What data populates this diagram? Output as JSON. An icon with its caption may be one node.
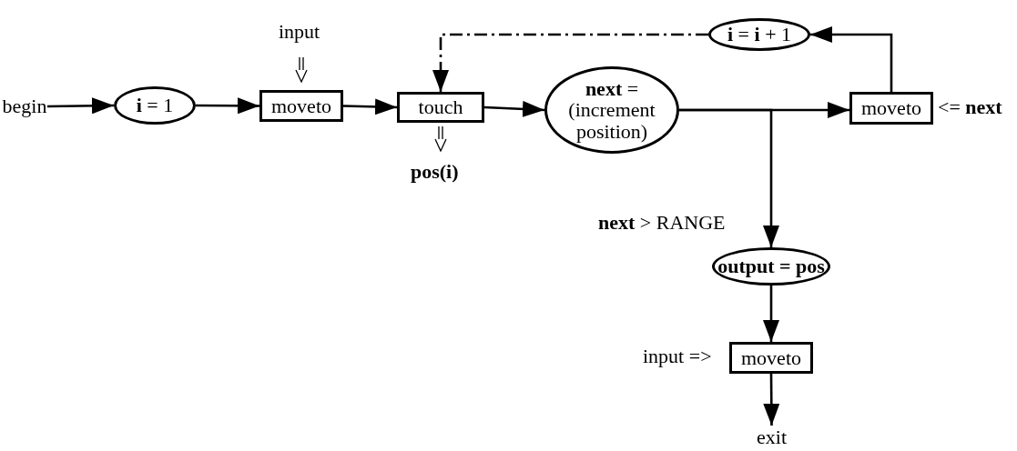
{
  "diagram": {
    "nodes": [
      {
        "text": [
          "begin"
        ]
      },
      {
        "text": [
          "**i** = 1"
        ]
      },
      {
        "text": [
          "moveto"
        ],
        "beside": [
          "input"
        ]
      },
      {
        "text": [
          "touch"
        ],
        "beside": [
          "pos(i)"
        ]
      },
      {
        "text": [
          "**next** = (increment position)"
        ]
      },
      {
        "text": [
          "moveto"
        ],
        "beside": [
          "<= **next**"
        ]
      },
      {
        "text": [
          "**i** = **i** + 1"
        ]
      },
      {
        "text": [
          "output = pos"
        ]
      },
      {
        "text": [
          "moveto"
        ],
        "beside": [
          "input =>"
        ]
      },
      {
        "text": [
          "exit"
        ]
      }
    ],
    "edges": [
      {
        "from": 0,
        "to": 1,
        "arrow": "to"
      },
      {
        "from": 1,
        "to": 2,
        "arrow": "to"
      },
      {
        "from": 2,
        "to": 3,
        "arrow": "to"
      },
      {
        "from": 3,
        "to": 4,
        "arrow": "to"
      },
      {
        "from": 4,
        "to": 5,
        "arrow": "to"
      },
      {
        "from": 5,
        "to": 6,
        "arrow": "to"
      },
      {
        "from": 6,
        "to": 3,
        "arrow": "to",
        "style": "dashed"
      },
      {
        "from": 4,
        "to": 7,
        "arrow": "to",
        "label": "**next** > RANGE"
      },
      {
        "from": 7,
        "to": 8,
        "arrow": "to"
      },
      {
        "from": 8,
        "to": 9,
        "arrow": "to"
      }
    ]
  }
}
